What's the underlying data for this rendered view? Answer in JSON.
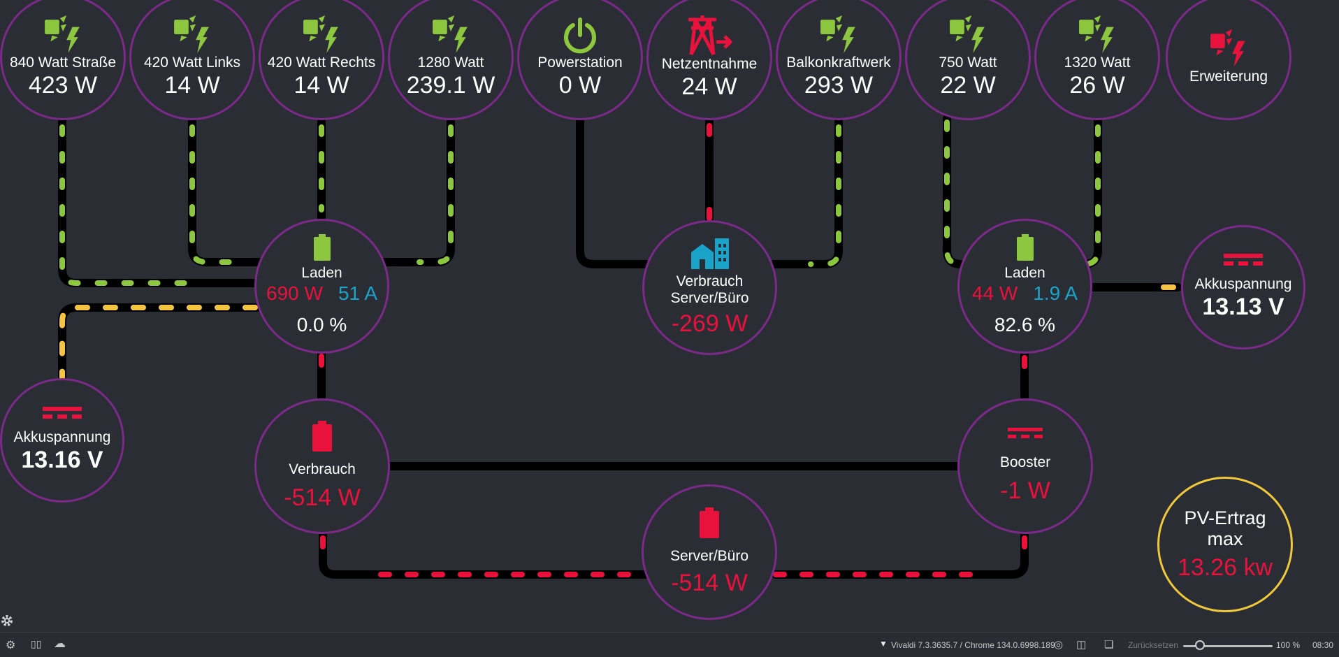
{
  "nodes": {
    "pv840": {
      "label": "840 Watt Straße",
      "value": "423 W",
      "icon": "solar-panel-icon"
    },
    "pv420l": {
      "label": "420 Watt Links",
      "value": "14 W",
      "icon": "solar-panel-icon"
    },
    "pv420r": {
      "label": "420 Watt Rechts",
      "value": "14 W",
      "icon": "solar-panel-icon"
    },
    "pv1280": {
      "label": "1280 Watt",
      "value": "239.1 W",
      "icon": "solar-panel-icon"
    },
    "powerstation": {
      "label": "Powerstation",
      "value": "0 W",
      "icon": "power-icon"
    },
    "grid": {
      "label": "Netzentnahme",
      "value": "24 W",
      "icon": "transmission-tower-icon"
    },
    "balkon": {
      "label": "Balkonkraftwerk",
      "value": "293 W",
      "icon": "solar-panel-icon"
    },
    "pv750": {
      "label": "750 Watt",
      "value": "22 W",
      "icon": "solar-panel-icon"
    },
    "pv1320": {
      "label": "1320 Watt",
      "value": "26 W",
      "icon": "solar-panel-icon"
    },
    "erweiterung": {
      "label": "Erweiterung",
      "icon": "solar-panel-icon"
    },
    "laden1": {
      "label": "Laden",
      "watt": "690 W",
      "amp": "51 A",
      "percent": "0.0 %",
      "icon": "battery-icon"
    },
    "verbrauch_server": {
      "label_line1": "Verbrauch",
      "label_line2": "Server/Büro",
      "value": "-269 W",
      "icon": "home-building-icon"
    },
    "laden2": {
      "label": "Laden",
      "watt": "44 W",
      "amp": "1.9 A",
      "percent": "82.6 %",
      "icon": "battery-icon"
    },
    "akku_right": {
      "label": "Akkuspannung",
      "value": "13.13 V",
      "icon": "dc-current-icon"
    },
    "akku_left": {
      "label": "Akkuspannung",
      "value": "13.16 V",
      "icon": "dc-current-icon"
    },
    "verbrauch": {
      "label": "Verbrauch",
      "value": "-514 W",
      "icon": "battery-icon"
    },
    "booster": {
      "label": "Booster",
      "value": "-1 W",
      "icon": "dc-current-icon"
    },
    "server": {
      "label": "Server/Büro",
      "value": "-514 W",
      "icon": "battery-icon"
    },
    "pv_ertrag": {
      "label_line1": "PV-Ertrag",
      "label_line2": "max",
      "value": "13.26 kw"
    }
  },
  "colors": {
    "green": "#8dc63f",
    "red": "#e8123d",
    "yellow": "#f5c542",
    "blue": "#1aa3c9",
    "ring": "#7b2a8a",
    "pv_ring": "#f0c83c"
  },
  "statusbar": {
    "version": "Vivaldi 7.3.3635.7 / Chrome 134.0.6998.189",
    "reset": "Zurücksetzen",
    "zoom": "100 %",
    "time": "08:30"
  }
}
